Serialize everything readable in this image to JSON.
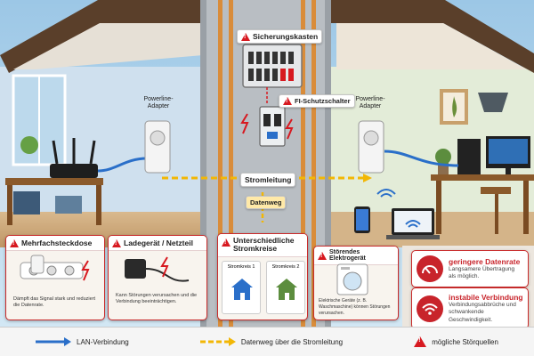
{
  "labels": {
    "sicherungskasten": "Sicherungskasten",
    "fi_schutzschalter": "FI-Schutzschalter",
    "powerline_left": "Powerline-\nAdapter",
    "powerline_right": "Powerline-\nAdapter",
    "stromleitung": "Stromleitung",
    "datenweg": "Datenweg"
  },
  "cards": {
    "mehrfach": {
      "title": "Mehrfachsteckdose",
      "text": "Dämpft das Signal stark und reduziert die Datenrate."
    },
    "ladegeraet": {
      "title": "Ladegerät / Netzteil",
      "text": "Kann Störungen verursachen und die Verbindung beeinträchtigen."
    },
    "stromkreise": {
      "title": "Unterschiedliche Stromkreise",
      "kreis1": "Stromkreis 1",
      "kreis2": "Stromkreis 2"
    },
    "elektro": {
      "title": "Störendes Elektrogerät",
      "text": "Elektrische Geräte (z. B. Waschmaschine) können Störungen verursachen."
    }
  },
  "results": [
    {
      "title": "geringere Datenrate",
      "text": "Langsamere Übertragung als möglich."
    },
    {
      "title": "instabile Verbindung",
      "text": "Verbindungsabbrüche und schwankende Geschwindigkeit."
    }
  ],
  "legend": {
    "lan": "LAN-Verbindung",
    "datenweg": "Datenweg über die Stromleitung",
    "stoer": "mögliche Störquellen"
  },
  "colors": {
    "warn_red": "#d71920",
    "lan_blue": "#2a6fc9",
    "power_yellow": "#f2b705",
    "copper": "#d98c3a"
  }
}
